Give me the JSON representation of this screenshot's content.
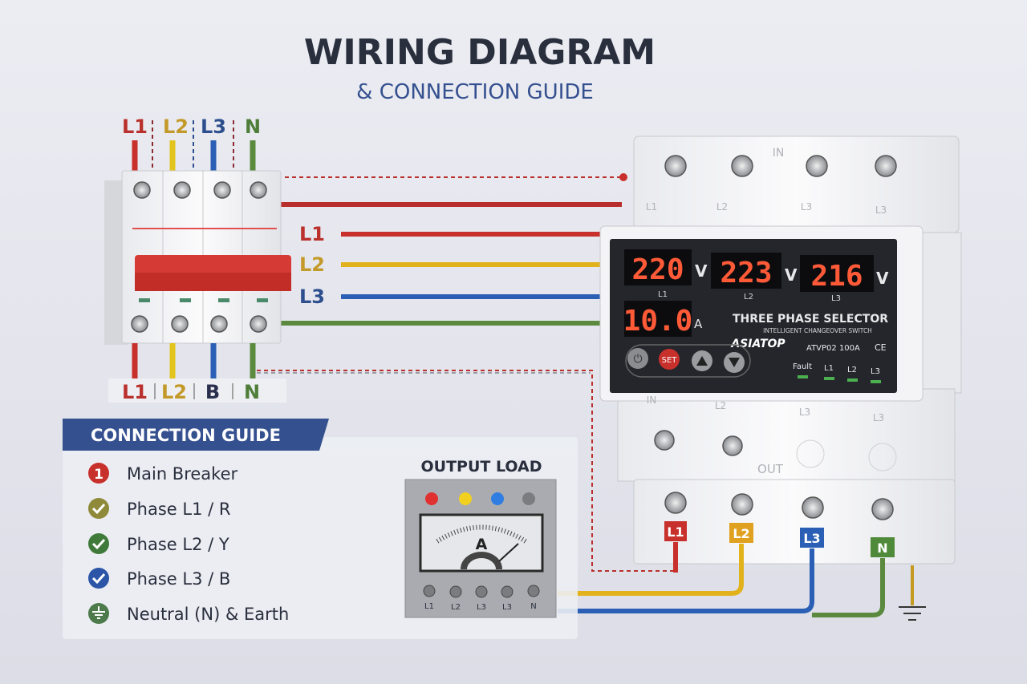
{
  "header": {
    "title": "WIRING DIAGRAM",
    "subtitle": "& CONNECTION GUIDE"
  },
  "breaker": {
    "top_labels": [
      "L1",
      "L2",
      "L3",
      "N"
    ],
    "bottom_labels": [
      "L1",
      "L2",
      "B",
      "N"
    ],
    "side_labels": [
      "L1",
      "L2",
      "L3"
    ]
  },
  "device": {
    "in_label": "IN",
    "out_label": "OUT",
    "terminal_labels": [
      "L1",
      "L2",
      "L3",
      "L3"
    ],
    "lower_labels": [
      "IN",
      "L2",
      "L3",
      "L3"
    ],
    "voltages": [
      {
        "value": "220",
        "unit": "V",
        "phase": "L1"
      },
      {
        "value": "223",
        "unit": "V",
        "phase": "L2"
      },
      {
        "value": "216",
        "unit": "V",
        "phase": "L3"
      }
    ],
    "current": {
      "value": "10.0",
      "unit": "A"
    },
    "product_title": "THREE PHASE SELECTOR",
    "product_subtitle": "INTELLIGENT CHANGEOVER SWITCH",
    "brand": "ASIATOP",
    "model": "ATVP02 100A",
    "cert": "CE",
    "buttons": {
      "power": "power",
      "set": "SET",
      "up": "up",
      "down": "down"
    },
    "indicators": [
      "Fault",
      "L1",
      "L2",
      "L3"
    ],
    "output_terminals": [
      "L1",
      "L2",
      "L3",
      "N"
    ]
  },
  "output_load": {
    "title": "OUTPUT LOAD",
    "meter_unit": "A",
    "terminals": [
      "L1",
      "L2",
      "L3",
      "L3",
      "N"
    ]
  },
  "guide": {
    "title": "CONNECTION GUIDE",
    "items": [
      {
        "icon": "number-1",
        "label": "Main Breaker",
        "badge": "1"
      },
      {
        "icon": "check",
        "label": "Phase L1 / R"
      },
      {
        "icon": "check",
        "label": "Phase L2 / Y"
      },
      {
        "icon": "check",
        "label": "Phase L3 / B"
      },
      {
        "icon": "earth",
        "label": "Neutral (N) & Earth"
      }
    ]
  },
  "colors": {
    "l1": "#c8302c",
    "l2": "#e2b21c",
    "l3": "#2a5fb5",
    "n": "#4f7d3a",
    "accent": "#34508f"
  }
}
